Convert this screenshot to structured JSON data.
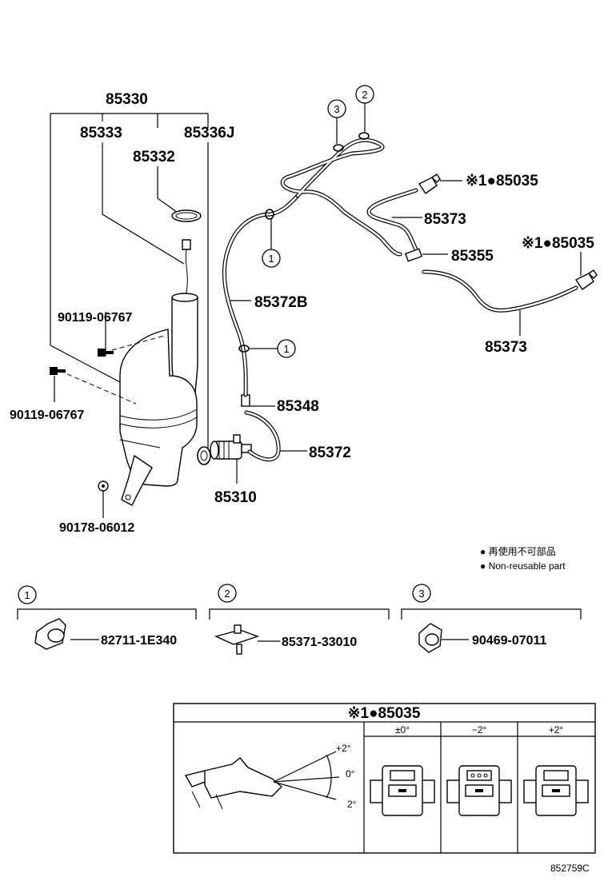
{
  "parts": {
    "tank_assy": "85330",
    "tank_sub": "85333",
    "cap": "85332",
    "grommet": "85336J",
    "bolt_upper": "90119-06767",
    "bolt_lower": "90119-06767",
    "clip_bottom": "90178-06012",
    "hose_main": "85372B",
    "check_valve": "85348",
    "hose_pump": "85372",
    "pump": "85310",
    "hose_upper": "85373",
    "hose_lower": "85373",
    "joint": "85355",
    "nozzle_upper": "※1●85035",
    "nozzle_lower": "※1●85035"
  },
  "callouts": {
    "c1": "1",
    "c2": "2",
    "c3": "3"
  },
  "legend": {
    "line1": "● 再使用不可部品",
    "line2": "● Non-reusable part"
  },
  "clips": [
    {
      "index": "1",
      "part": "82711-1E340"
    },
    {
      "index": "2",
      "part": "85371-33010"
    },
    {
      "index": "3",
      "part": "90469-07011"
    }
  ],
  "nozzle_table": {
    "title": "※1●85035",
    "columns": [
      "±0°",
      "−2°",
      "+2°"
    ],
    "angle_labels": {
      "up": "+2°",
      "mid": "0°",
      "down": "2°"
    }
  },
  "footer": {
    "code": "852759C"
  }
}
